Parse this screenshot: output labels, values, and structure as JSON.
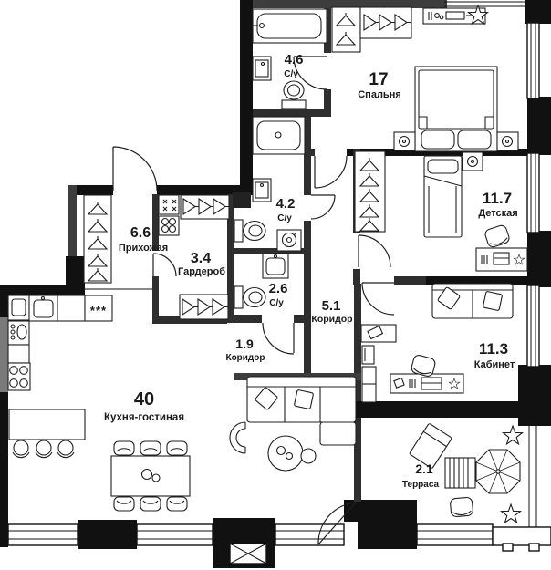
{
  "plan": {
    "rooms": [
      {
        "id": "su-46",
        "area": "4.6",
        "name": "С/у"
      },
      {
        "id": "spalnya",
        "area": "17",
        "name": "Спальня"
      },
      {
        "id": "detskaya",
        "area": "11.7",
        "name": "Детская"
      },
      {
        "id": "prihozhaya",
        "area": "6.6",
        "name": "Прихожая"
      },
      {
        "id": "garderob",
        "area": "3.4",
        "name": "Гардероб"
      },
      {
        "id": "su-42",
        "area": "4.2",
        "name": "С/у"
      },
      {
        "id": "su-26",
        "area": "2.6",
        "name": "С/у"
      },
      {
        "id": "koridor-51",
        "area": "5.1",
        "name": "Коридор"
      },
      {
        "id": "koridor-19",
        "area": "1.9",
        "name": "Коридор"
      },
      {
        "id": "kuhnya-gostinaya",
        "area": "40",
        "name": "Кухня-гостиная"
      },
      {
        "id": "kabinet",
        "area": "11.3",
        "name": "Кабинет"
      },
      {
        "id": "terrasa",
        "area": "2.1",
        "name": "Терраса"
      }
    ],
    "icons": {
      "fridge_symbol": "***"
    },
    "colors": {
      "wall": "#111111",
      "interior_wall": "#2e2e2e",
      "line": "#1f1f1f",
      "background": "#ffffff"
    }
  }
}
